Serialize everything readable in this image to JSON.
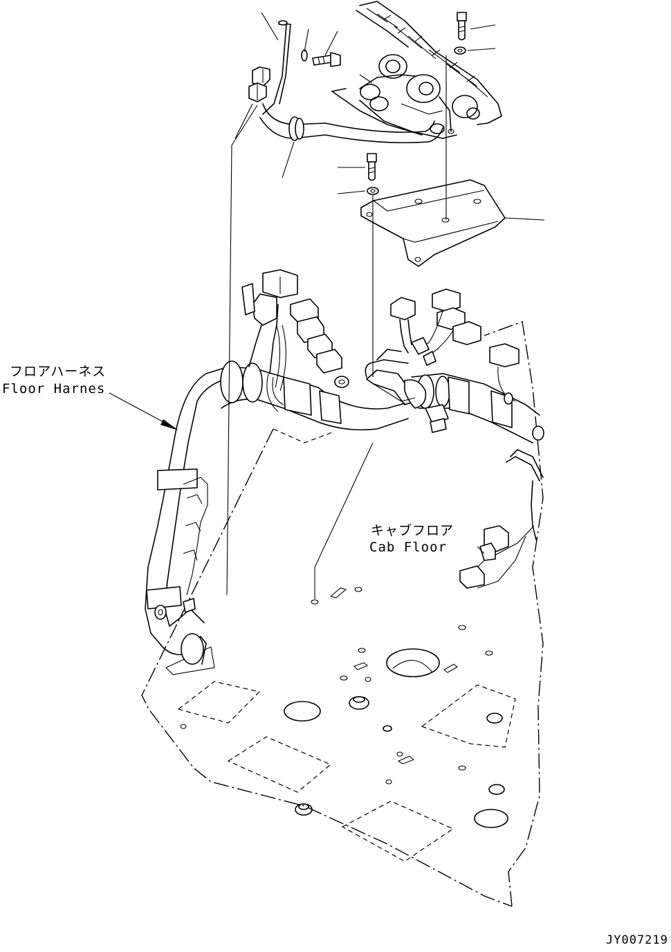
{
  "labels": {
    "floor_harness_jp": "フロアハーネス",
    "floor_harness_en": "Floor Harnes",
    "cab_floor_jp": "キャブフロア",
    "cab_floor_en": "Cab Floor",
    "drawing_code": "JY007219"
  }
}
